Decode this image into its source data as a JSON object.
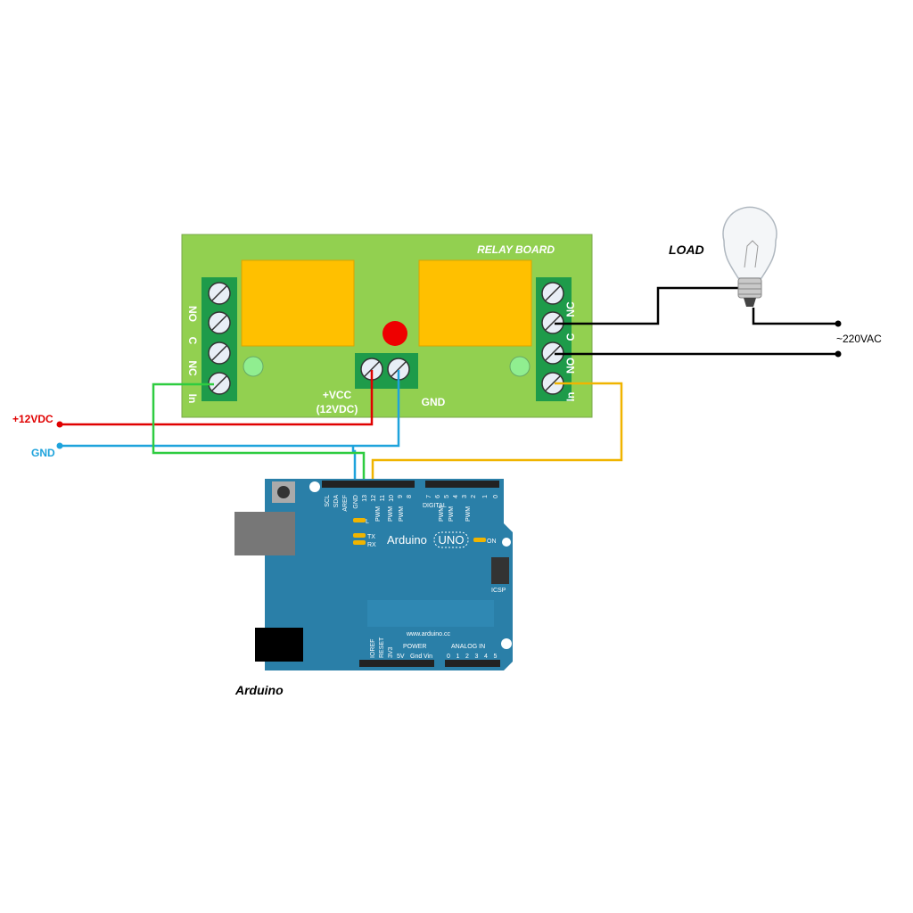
{
  "relay_board": {
    "title": "RELAY BOARD",
    "left_terminals": [
      "NO",
      "C",
      "NC",
      "In"
    ],
    "right_terminals": [
      "NC",
      "C",
      "NO",
      "In"
    ],
    "vcc_label": "+VCC",
    "vcc_sub": "(12VDC)",
    "gnd_label": "GND"
  },
  "supply": {
    "v12": "+12VDC",
    "gnd": "GND"
  },
  "load": {
    "label": "LOAD",
    "ac": "~220VAC"
  },
  "arduino": {
    "caption": "Arduino",
    "brand": "Arduino",
    "model": "UNO",
    "url": "www.arduino.cc",
    "digital": "DIGITAL",
    "power": "POWER",
    "analog": "ANALOG IN",
    "icsp": "ICSP",
    "on": "ON",
    "led_l": "L",
    "led_tx": "TX",
    "led_rx": "RX",
    "top_pins": [
      "SCL",
      "SDA",
      "AREF",
      "GND",
      "13",
      "12",
      "11",
      "10",
      "9",
      "8",
      "7",
      "6",
      "5",
      "4",
      "3",
      "2",
      "1",
      "0"
    ],
    "pwm": "PWM",
    "power_pins": [
      "IOREF",
      "RESET",
      "3V3",
      "5V",
      "Gnd",
      "Vin"
    ],
    "analog_pins": [
      "0",
      "1",
      "2",
      "3",
      "4",
      "5"
    ]
  },
  "colors": {
    "board": "#92d050",
    "terminal": "#1e9b4a",
    "relay": "#ffc000",
    "arduino": "#2a7fa8",
    "red": "#e00000",
    "blue": "#1ea3dc",
    "green": "#2ecc40",
    "orange": "#f0b400"
  }
}
